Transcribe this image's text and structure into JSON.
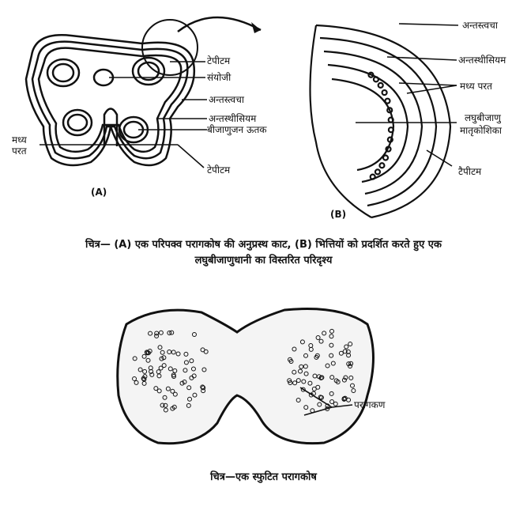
{
  "figure_a": {
    "panel_label": "(A)",
    "labels": {
      "tapetum_top": "टेपीटम",
      "connective": "संयोजी",
      "endothecium_outer": "अन्तस्त्वचा",
      "endothecium": "अन्तस्थीसियम",
      "sporogenous_tissue": "बीजाणुजन ऊतक",
      "middle_layer": "मध्य परत",
      "tapetum_bottom": "टेपीटम"
    }
  },
  "figure_b": {
    "panel_label": "(B)",
    "labels": {
      "epidermis": "अन्तस्त्वचा",
      "endothecium": "अन्तस्थीसियम",
      "middle_layer": "मध्य परत",
      "microspore_mother_cell_1": "लघुबीजाणु",
      "microspore_mother_cell_2": "मातृकोशिका",
      "tapetum": "टैपीटम"
    }
  },
  "caption_1_line1": "चित्र— (A) एक परिपक्व परागकोष की अनुप्रस्थ काट, (B) भित्तियों को प्रदर्शित करते हुए एक",
  "caption_1_line2": "लघुबीजाणुधानी का विस्तरित परिदृश्य",
  "figure_c": {
    "label_pollen": "परागकण"
  },
  "caption_2": "चित्र—एक स्फुटित परागकोष"
}
